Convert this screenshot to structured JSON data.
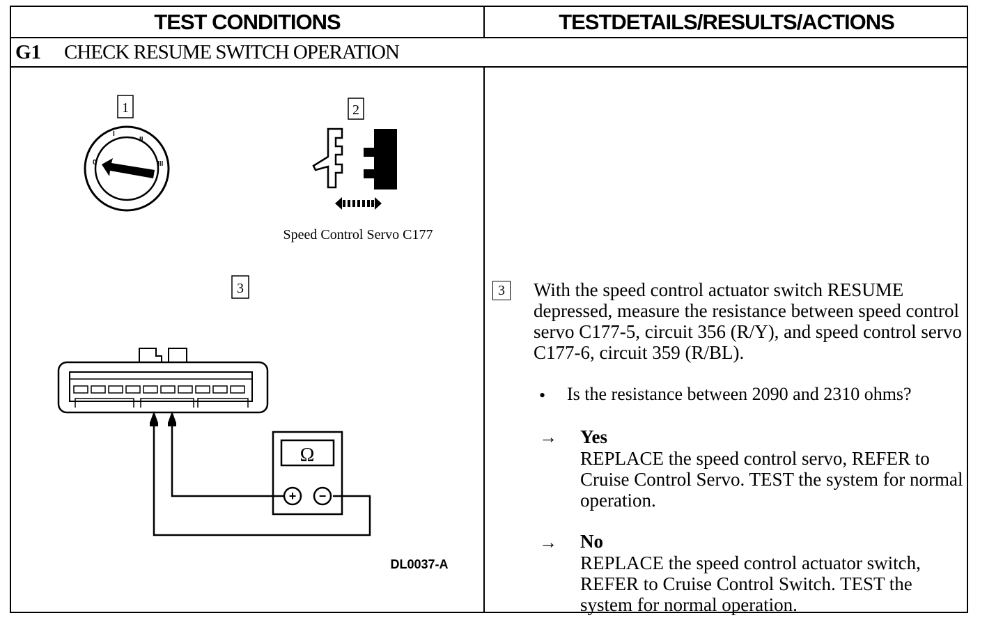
{
  "header": {
    "left": "TEST CONDITIONS",
    "right": "TESTDETAILS/RESULTS/ACTIONS"
  },
  "section": {
    "code": "G1",
    "title": "CHECK RESUME SWITCH OPERATION"
  },
  "illustrations": {
    "step1_label": "1",
    "step2_label": "2",
    "step3_label": "3",
    "ignition_positions": [
      "0",
      "I",
      "II",
      "III"
    ],
    "connector_caption": "Speed Control Servo C177",
    "meter_symbol": "Ω",
    "meter_plus": "+",
    "meter_minus": "−",
    "figure_id": "DL0037-A"
  },
  "details": {
    "step_label": "3",
    "instruction": "With the speed control actuator switch RESUME depressed, measure the resistance between speed control servo C177-5, circuit 356 (R/Y), and speed control servo C177-6, circuit 359 (R/BL).",
    "bullet": "•",
    "question": "Is the resistance between 2090 and 2310 ohms?",
    "arrow": "→",
    "yes_label": "Yes",
    "yes_text": "REPLACE the speed control servo, REFER to Cruise Control Servo. TEST the system for normal operation.",
    "no_label": "No",
    "no_text": "REPLACE the speed control actuator switch, REFER to Cruise Control Switch. TEST the system for normal operation."
  }
}
